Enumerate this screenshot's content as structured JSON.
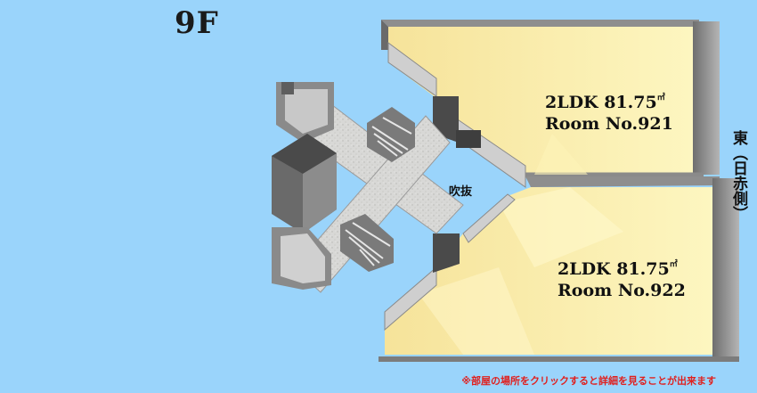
{
  "floor": "9F",
  "rooms": [
    {
      "layout": "2LDK",
      "area": "81.75",
      "unit": "㎡",
      "number": "Room No.921"
    },
    {
      "layout": "2LDK",
      "area": "81.75",
      "unit": "㎡",
      "number": "Room No.922"
    }
  ],
  "void_label": "吹抜",
  "direction_label": "東（日赤側）",
  "notice": "※部屋の場所をクリックすると詳細を見ることが出来ます",
  "colors": {
    "background": "#9ad4fb",
    "room_floor": "#fbf0a8",
    "wall": "#9c9c9c",
    "wall_dark": "#5a5a5a",
    "notice": "#e0201e"
  }
}
